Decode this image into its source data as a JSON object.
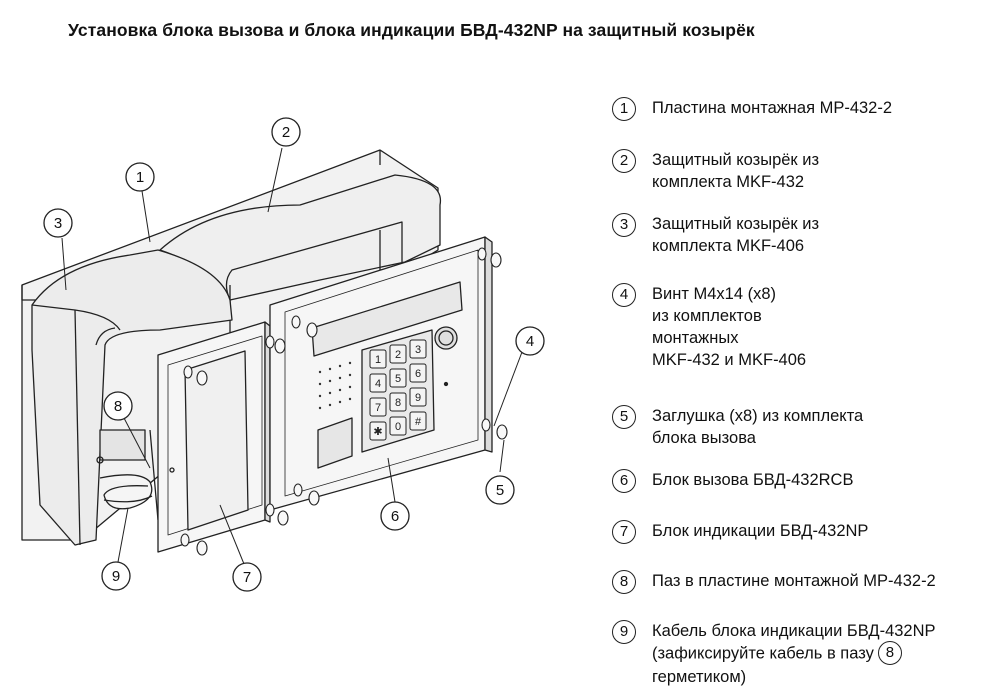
{
  "title": "Установка блока вызова и блока индикации БВД-432NP на защитный козырёк",
  "callouts": [
    "1",
    "2",
    "3",
    "4",
    "5",
    "6",
    "7",
    "8",
    "9"
  ],
  "keypad": {
    "keys": [
      "1",
      "2",
      "3",
      "4",
      "5",
      "6",
      "7",
      "8",
      "9",
      "✱",
      "0",
      "#"
    ]
  },
  "legend": [
    {
      "num": "1",
      "lines": [
        "Пластина монтажная МР-432-2"
      ]
    },
    {
      "num": "2",
      "lines": [
        "Защитный козырёк из",
        "комплекта МKF-432"
      ]
    },
    {
      "num": "3",
      "lines": [
        "Защитный козырёк из",
        "комплекта МKF-406"
      ]
    },
    {
      "num": "4",
      "lines": [
        "Винт М4х14 (х8)",
        "из комплектов",
        "монтажных",
        "МKF-432 и МKF-406"
      ]
    },
    {
      "num": "5",
      "lines": [
        "Заглушка (х8) из комплекта",
        "блока вызова"
      ]
    },
    {
      "num": "6",
      "lines": [
        "Блок вызова БВД-432RCB"
      ]
    },
    {
      "num": "7",
      "lines": [
        "Блок индикации БВД-432NP"
      ]
    },
    {
      "num": "8",
      "lines": [
        "Паз в пластине монтажной МР-432-2"
      ]
    },
    {
      "num": "9",
      "lines": [
        "Кабель блока индикации БВД-432NP",
        "(зафиксируйте кабель в пазу",
        "герметиком)"
      ],
      "inline_ref": "8"
    }
  ]
}
